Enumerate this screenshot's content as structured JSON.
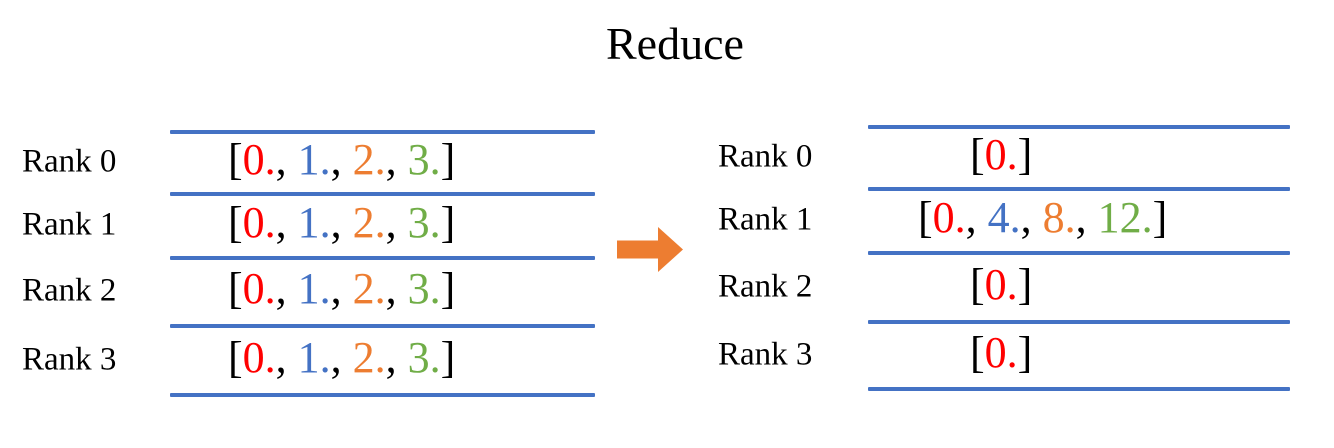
{
  "title": "Reduce",
  "colors": {
    "line": "#4472C4",
    "arrow": "#ED7D31",
    "bracket": "#000000",
    "red": "#FF0000",
    "blue": "#4472C4",
    "orange": "#ED7D31",
    "green": "#70AD47"
  },
  "syntax": {
    "open_bracket": "[",
    "close_bracket": "]",
    "separator": ", "
  },
  "arrow": {
    "icon": "right-block-arrow"
  },
  "before_table": {
    "rows": [
      {
        "label": "Rank 0",
        "values": [
          {
            "text": "0.",
            "color": "red"
          },
          {
            "text": "1.",
            "color": "blue"
          },
          {
            "text": "2.",
            "color": "orange"
          },
          {
            "text": "3.",
            "color": "green"
          }
        ]
      },
      {
        "label": "Rank 1",
        "values": [
          {
            "text": "0.",
            "color": "red"
          },
          {
            "text": "1.",
            "color": "blue"
          },
          {
            "text": "2.",
            "color": "orange"
          },
          {
            "text": "3.",
            "color": "green"
          }
        ]
      },
      {
        "label": "Rank 2",
        "values": [
          {
            "text": "0.",
            "color": "red"
          },
          {
            "text": "1.",
            "color": "blue"
          },
          {
            "text": "2.",
            "color": "orange"
          },
          {
            "text": "3.",
            "color": "green"
          }
        ]
      },
      {
        "label": "Rank 3",
        "values": [
          {
            "text": "0.",
            "color": "red"
          },
          {
            "text": "1.",
            "color": "blue"
          },
          {
            "text": "2.",
            "color": "orange"
          },
          {
            "text": "3.",
            "color": "green"
          }
        ]
      }
    ]
  },
  "after_table": {
    "rows": [
      {
        "label": "Rank 0",
        "values": [
          {
            "text": "0.",
            "color": "red"
          }
        ]
      },
      {
        "label": "Rank 1",
        "values": [
          {
            "text": "0.",
            "color": "red"
          },
          {
            "text": "4.",
            "color": "blue"
          },
          {
            "text": "8.",
            "color": "orange"
          },
          {
            "text": "12.",
            "color": "green"
          }
        ]
      },
      {
        "label": "Rank 2",
        "values": [
          {
            "text": "0.",
            "color": "red"
          }
        ]
      },
      {
        "label": "Rank 3",
        "values": [
          {
            "text": "0.",
            "color": "red"
          }
        ]
      }
    ]
  }
}
